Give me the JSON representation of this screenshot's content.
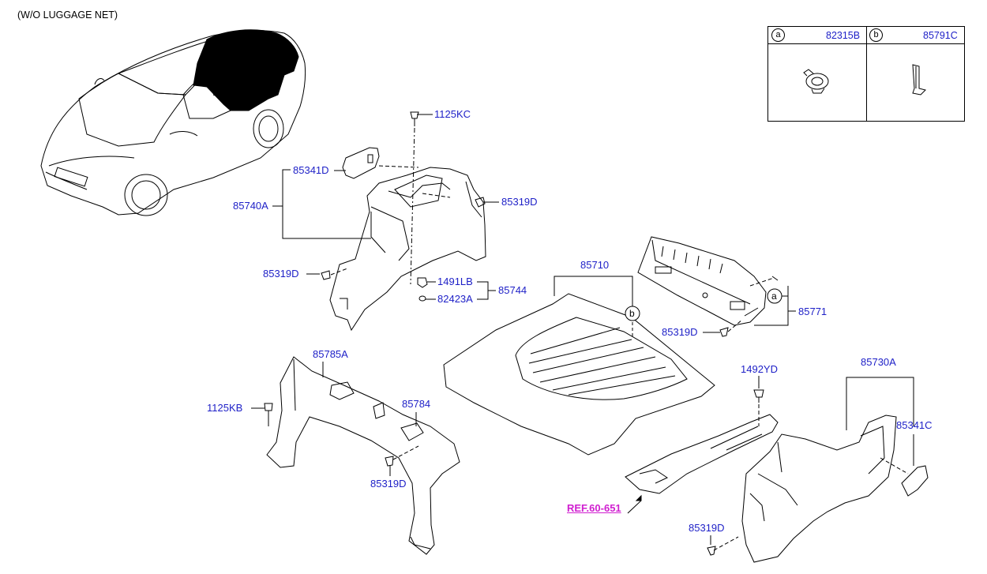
{
  "header": {
    "note": "(W/O LUGGAGE NET)"
  },
  "legend": {
    "a": {
      "letter": "a",
      "part": "82315B"
    },
    "b": {
      "letter": "b",
      "part": "85791C"
    }
  },
  "callouts": {
    "c1125KC": "1125KC",
    "c85341D": "85341D",
    "c85740A": "85740A",
    "c85319D_upper": "85319D",
    "c85319D_left": "85319D",
    "c1491LB": "1491LB",
    "c82423A": "82423A",
    "c85744": "85744",
    "c85710": "85710",
    "c85771": "85771",
    "c85319D_mid": "85319D",
    "c85785A": "85785A",
    "c1125KB": "1125KB",
    "c85784": "85784",
    "c85319D_bottomleft": "85319D",
    "c1492YD": "1492YD",
    "c85730A": "85730A",
    "c85341C": "85341C",
    "c85319D_bottom": "85319D",
    "ref": "REF.60-651"
  },
  "markers": {
    "a": "a",
    "b": "b"
  },
  "colors": {
    "label": "#1d1fc7",
    "ref": "#d01fd0",
    "line": "#000000"
  }
}
